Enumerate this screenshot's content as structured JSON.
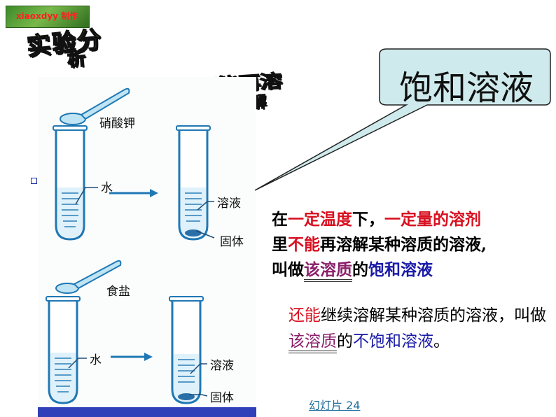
{
  "badge": {
    "text": "xiaoxdyy 制作"
  },
  "wordart": {
    "line1": "实验分",
    "line2": "析",
    "line3": "不能再溶",
    "line4": "解"
  },
  "callout": {
    "text": "饱和溶液"
  },
  "illustration": {
    "top": {
      "reagent": "硝酸钾",
      "water": "水",
      "solution": "溶液",
      "solid": "固体"
    },
    "bottom": {
      "reagent": "食盐",
      "water": "水",
      "solution": "溶液",
      "solid": "固体"
    }
  },
  "definition": {
    "l1": [
      "在",
      "一定温度",
      "下，",
      "一定量的溶剂"
    ],
    "l2": [
      "里",
      "不能",
      "再溶解某种溶质的溶液,"
    ],
    "l3": [
      "叫做",
      "该溶质",
      "的",
      "饱和溶液"
    ]
  },
  "undefinition": {
    "p1": "还能",
    "p2": "继续溶解某种溶质的溶液，叫做",
    "p3": "该溶质",
    "p4": "的",
    "p5": "不饱和溶液",
    "p6": "。"
  },
  "footer": {
    "slide_link": "幻灯片 24"
  },
  "colors": {
    "red": "#d81020",
    "blue": "#1a1aa8",
    "purple": "#8a1f6a",
    "wordart": "#ffd040",
    "bar": "#3040b8"
  }
}
